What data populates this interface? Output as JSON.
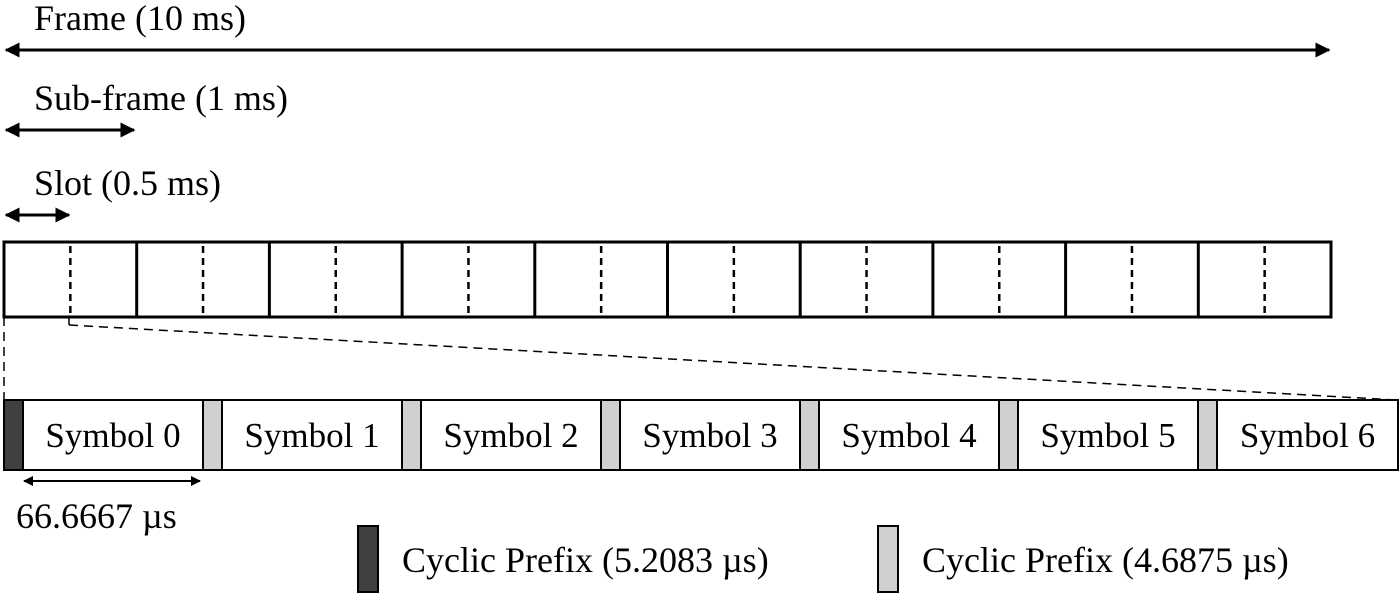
{
  "labels": {
    "frame": "Frame (10 ms)",
    "subframe": "Sub-frame (1 ms)",
    "slot": "Slot (0.5 ms)",
    "symbol_duration": "66.6667 µs"
  },
  "frame_structure": {
    "subframes": 10,
    "slots_per_subframe": 2
  },
  "symbols": [
    {
      "label": "Symbol 0",
      "cp": "long"
    },
    {
      "label": "Symbol 1",
      "cp": "short"
    },
    {
      "label": "Symbol 2",
      "cp": "short"
    },
    {
      "label": "Symbol 3",
      "cp": "short"
    },
    {
      "label": "Symbol 4",
      "cp": "short"
    },
    {
      "label": "Symbol 5",
      "cp": "short"
    },
    {
      "label": "Symbol 6",
      "cp": "short"
    }
  ],
  "legend": [
    {
      "label": "Cyclic Prefix (5.2083 µs)",
      "color": "#404040"
    },
    {
      "label": "Cyclic Prefix (4.6875 µs)",
      "color": "#d0d0d0"
    }
  ],
  "colors": {
    "cp_long": "#404040",
    "cp_short": "#d0d0d0",
    "line": "#000000"
  }
}
